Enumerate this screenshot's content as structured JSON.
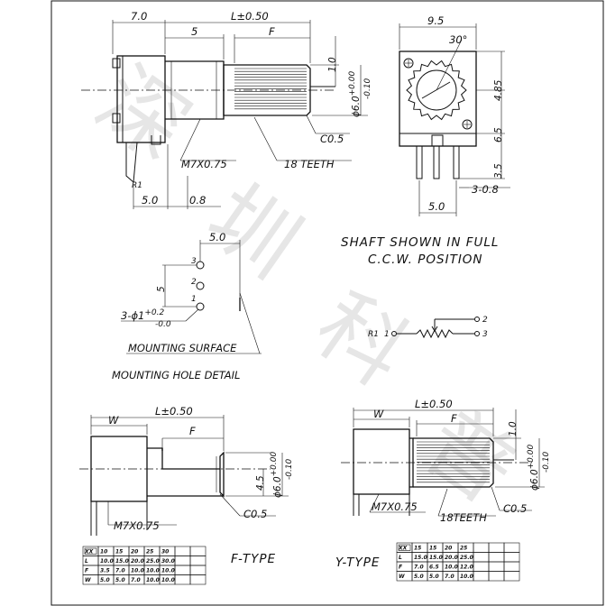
{
  "watermark": "深圳科普",
  "side_view": {
    "dims": {
      "width_7": "7.0",
      "length": "L±0.50",
      "dim_5": "5",
      "dim_f": "F",
      "dim_1": "1.0",
      "shaft_dia_base": "ϕ6.0",
      "shaft_dia_tol_top": "+0.00",
      "shaft_dia_tol_bottom": "-0.10",
      "pin_5": "5.0",
      "pin_08": "0.8"
    },
    "labels": {
      "thread": "M7X0.75",
      "teeth": "18 TEETH",
      "chamfer": "C0.5",
      "r1": "R1"
    }
  },
  "front_view": {
    "dims": {
      "width": "9.5",
      "angle": "30°",
      "d485": "4.85",
      "d65": "6.5",
      "d35": "3.5",
      "d308": "3-0.8",
      "d50": "5.0"
    },
    "note_line1": "SHAFT SHOWN IN FULL",
    "note_line2": "C.C.W. POSITION"
  },
  "mounting_hole": {
    "dim_top": "5.0",
    "dim_side": "5",
    "pins": [
      "3",
      "2",
      "1"
    ],
    "hole_base": "3-ϕ1",
    "hole_tol_top": "+0.2",
    "hole_tol_bottom": "-0.0",
    "surface_label": "MOUNTING SURFACE",
    "detail_label": "MOUNTING HOLE DETAIL"
  },
  "schematic": {
    "r1": "R1",
    "pin1": "1",
    "pin2": "2",
    "pin3": "3"
  },
  "f_type": {
    "dims": {
      "w": "W",
      "length": "L±0.50",
      "f": "F",
      "d45": "4.5",
      "shaft_dia_base": "ϕ6.0",
      "shaft_dia_tol_top": "+0.00",
      "shaft_dia_tol_bottom": "-0.10",
      "thread": "M7X0.75",
      "chamfer": "C0.5"
    },
    "label": "F-TYPE",
    "table": {
      "header": [
        "XX",
        "10",
        "15",
        "20",
        "25",
        "30",
        "",
        ""
      ],
      "rows": [
        [
          "L",
          "10.0",
          "15.0",
          "20.0",
          "25.0",
          "30.0",
          "",
          ""
        ],
        [
          "F",
          "3.5",
          "7.0",
          "10.0",
          "10.0",
          "10.0",
          "",
          ""
        ],
        [
          "W",
          "5.0",
          "5.0",
          "7.0",
          "10.0",
          "10.0",
          "",
          ""
        ]
      ]
    }
  },
  "y_type": {
    "dims": {
      "w": "W",
      "length": "L±0.50",
      "f": "F",
      "d1": "1.0",
      "shaft_dia_base": "ϕ6.0",
      "shaft_dia_tol_top": "+0.00",
      "shaft_dia_tol_bottom": "-0.10",
      "thread": "M7X0.75",
      "teeth": "18TEETH",
      "chamfer": "C0.5"
    },
    "label": "Y-TYPE",
    "table": {
      "header": [
        "XX",
        "15",
        "15",
        "20",
        "25",
        "",
        "",
        ""
      ],
      "rows": [
        [
          "L",
          "15.0",
          "15.0",
          "20.0",
          "25.0",
          "",
          "",
          ""
        ],
        [
          "F",
          "7.0",
          "6.5",
          "10.0",
          "12.0",
          "",
          "",
          ""
        ],
        [
          "W",
          "5.0",
          "5.0",
          "7.0",
          "10.0",
          "",
          "",
          ""
        ]
      ]
    }
  }
}
